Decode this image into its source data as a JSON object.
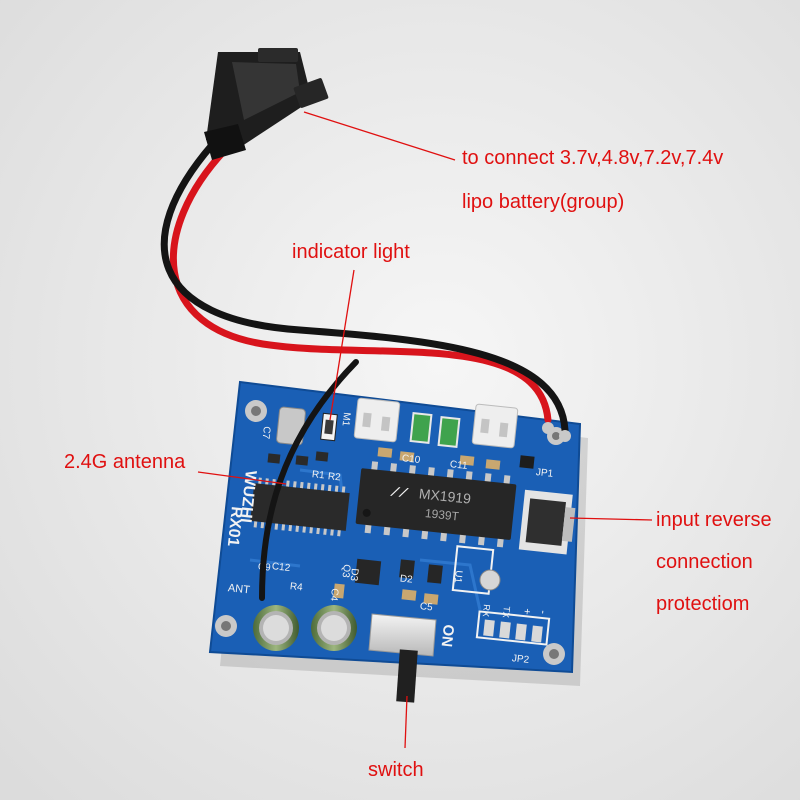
{
  "annotations": {
    "battery_line1": "to connect 3.7v,4.8v,7.2v,7.4v",
    "battery_line2": "lipo battery(group)",
    "indicator": "indicator light",
    "antenna": "2.4G antenna",
    "reverse_line1": "input reverse",
    "reverse_line2": "connection",
    "reverse_line3": "protectiom",
    "switch": "switch"
  },
  "board": {
    "brand": "WUZHI",
    "model": "RX01",
    "chip_text": "MX1919",
    "chip_code": "1939T",
    "power_label": "ON",
    "antenna_label": "ANT",
    "jumper1": "JP1",
    "jumper2": "JP2",
    "motor_label": "M1",
    "components": [
      "C10",
      "C11",
      "C12",
      "C9",
      "R1",
      "R2",
      "R4",
      "D2",
      "D3",
      "Q3",
      "U1",
      "C4",
      "C5",
      "C7"
    ],
    "pin_labels": [
      "RX",
      "TX",
      "+",
      "-"
    ]
  },
  "colors": {
    "pcb": "#1a5fb5",
    "annotation": "#e01010",
    "wire_red": "#d8141c",
    "wire_black": "#141414"
  }
}
